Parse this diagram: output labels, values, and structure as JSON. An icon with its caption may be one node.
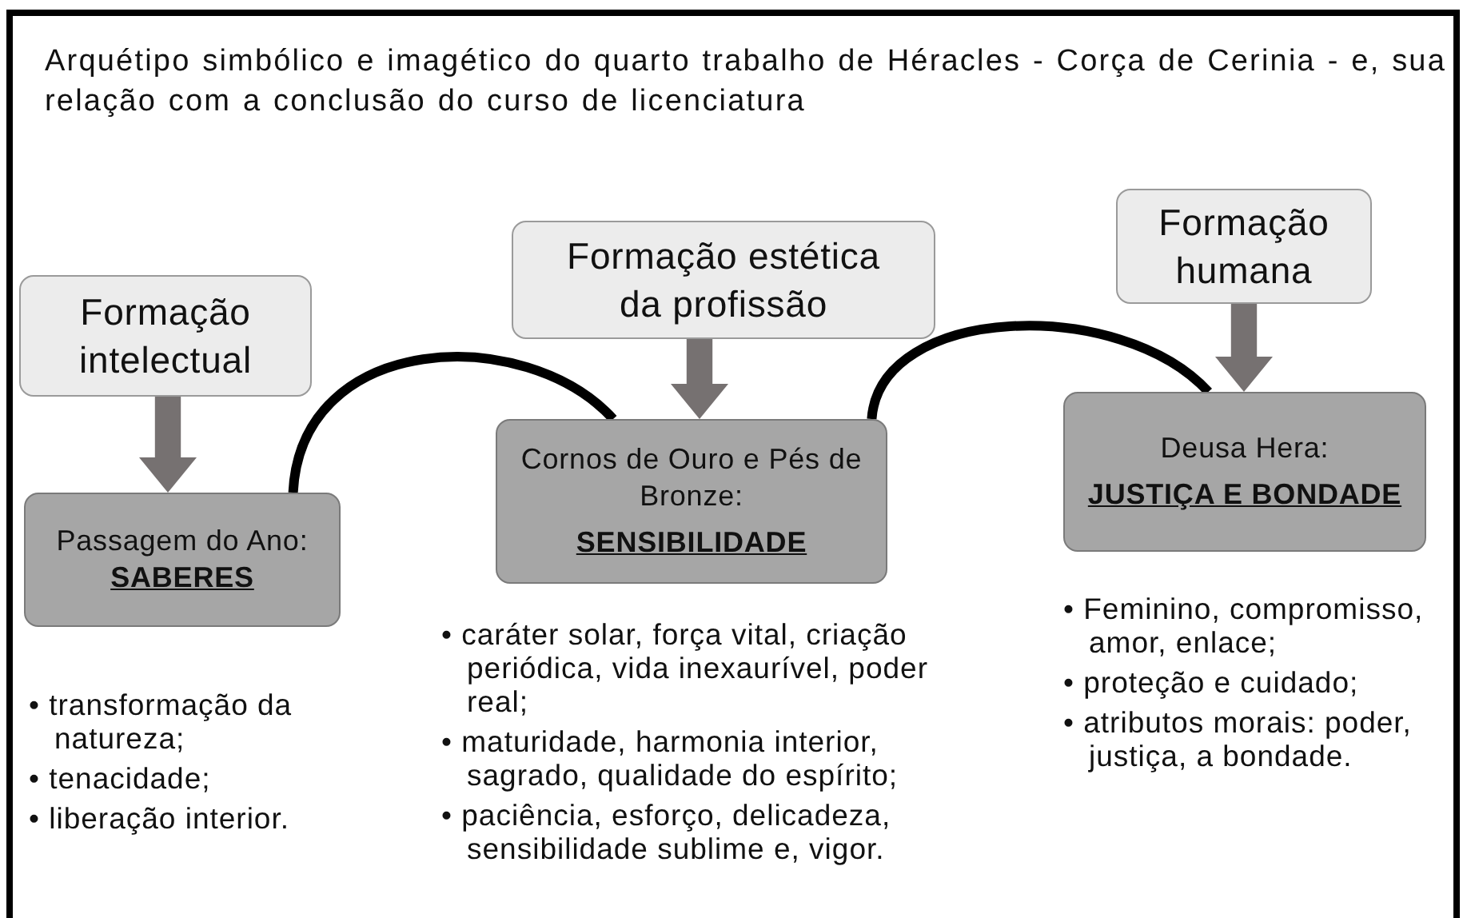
{
  "diagram": {
    "title": "Arquétipo simbólico e imagético do quarto trabalho de Héracles - Corça de Cerinia - e, sua relação com a conclusão do curso de licenciatura",
    "nodes": [
      {
        "text": [
          "Formação intelectual"
        ]
      },
      {
        "text": [
          "Formação estética da profissão"
        ]
      },
      {
        "text": [
          "Formação humana"
        ]
      },
      {
        "text": [
          "Passagem do Ano:",
          "SABERES"
        ],
        "beside": [
          "• transformação da natureza;",
          "• tenacidade;",
          "• liberação interior."
        ]
      },
      {
        "text": [
          "Cornos de Ouro e Pés de Bronze:",
          "SENSIBILIDADE"
        ],
        "beside": [
          "• caráter solar, força vital, criação periódica, vida inexaurível, poder real;",
          "• maturidade, harmonia interior, sagrado, qualidade do espírito;",
          "•  paciência, esforço, delicadeza, sensibilidade sublime e, vigor."
        ]
      },
      {
        "text": [
          "Deusa Hera:",
          "JUSTIÇA E BONDADE"
        ],
        "beside": [
          "• Feminino, compromisso, amor,  enlace;",
          "• proteção e cuidado;",
          "• atributos morais: poder, justiça, a bondade."
        ]
      }
    ],
    "edges": [
      {
        "from": 0,
        "to": 3,
        "arrow": "to"
      },
      {
        "from": 1,
        "to": 4,
        "arrow": "to"
      },
      {
        "from": 2,
        "to": 5,
        "arrow": "to"
      },
      {
        "from": 3,
        "to": 4,
        "arrow": "none",
        "color": "#000000"
      },
      {
        "from": 4,
        "to": 5,
        "arrow": "none",
        "color": "#000000"
      }
    ]
  }
}
